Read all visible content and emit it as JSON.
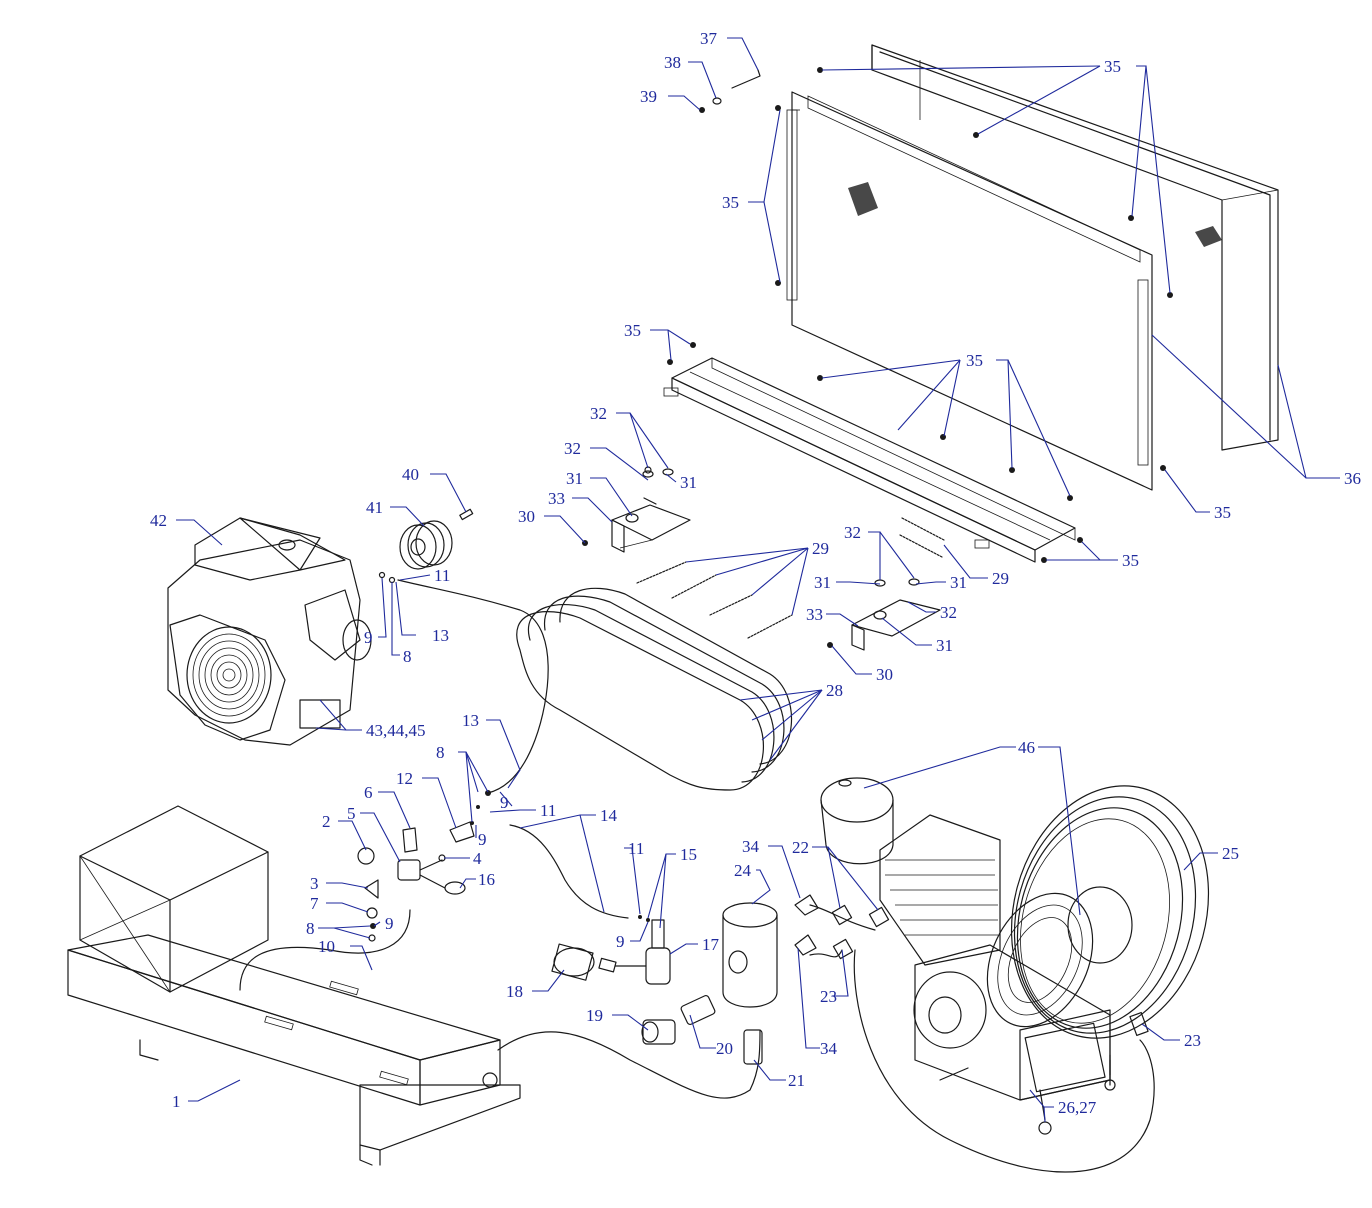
{
  "diagram": {
    "accent_color": "#1f2a9c",
    "line_color": "#1a1a1a",
    "callouts": [
      {
        "id": "c1",
        "text": "1"
      },
      {
        "id": "c2",
        "text": "2"
      },
      {
        "id": "c3",
        "text": "3"
      },
      {
        "id": "c4",
        "text": "4"
      },
      {
        "id": "c5",
        "text": "5"
      },
      {
        "id": "c6",
        "text": "6"
      },
      {
        "id": "c7",
        "text": "7"
      },
      {
        "id": "c8a",
        "text": "8"
      },
      {
        "id": "c8b",
        "text": "8"
      },
      {
        "id": "c8c",
        "text": "8"
      },
      {
        "id": "c9a",
        "text": "9"
      },
      {
        "id": "c9b",
        "text": "9"
      },
      {
        "id": "c9c",
        "text": "9"
      },
      {
        "id": "c9d",
        "text": "9"
      },
      {
        "id": "c9e",
        "text": "9"
      },
      {
        "id": "c10",
        "text": "10"
      },
      {
        "id": "c11a",
        "text": "11"
      },
      {
        "id": "c11b",
        "text": "11"
      },
      {
        "id": "c11c",
        "text": "11"
      },
      {
        "id": "c12",
        "text": "12"
      },
      {
        "id": "c13a",
        "text": "13"
      },
      {
        "id": "c13b",
        "text": "13"
      },
      {
        "id": "c14",
        "text": "14"
      },
      {
        "id": "c15",
        "text": "15"
      },
      {
        "id": "c16",
        "text": "16"
      },
      {
        "id": "c17",
        "text": "17"
      },
      {
        "id": "c18",
        "text": "18"
      },
      {
        "id": "c19",
        "text": "19"
      },
      {
        "id": "c20",
        "text": "20"
      },
      {
        "id": "c21",
        "text": "21"
      },
      {
        "id": "c22",
        "text": "22"
      },
      {
        "id": "c23a",
        "text": "23"
      },
      {
        "id": "c23b",
        "text": "23"
      },
      {
        "id": "c24",
        "text": "24"
      },
      {
        "id": "c25",
        "text": "25"
      },
      {
        "id": "c2627",
        "text": "26,27"
      },
      {
        "id": "c28",
        "text": "28"
      },
      {
        "id": "c29a",
        "text": "29"
      },
      {
        "id": "c29b",
        "text": "29"
      },
      {
        "id": "c30a",
        "text": "30"
      },
      {
        "id": "c30b",
        "text": "30"
      },
      {
        "id": "c31a",
        "text": "31"
      },
      {
        "id": "c31b",
        "text": "31"
      },
      {
        "id": "c31c",
        "text": "31"
      },
      {
        "id": "c31d",
        "text": "31"
      },
      {
        "id": "c31e",
        "text": "31"
      },
      {
        "id": "c32a",
        "text": "32"
      },
      {
        "id": "c32b",
        "text": "32"
      },
      {
        "id": "c32c",
        "text": "32"
      },
      {
        "id": "c32d",
        "text": "32"
      },
      {
        "id": "c33a",
        "text": "33"
      },
      {
        "id": "c33b",
        "text": "33"
      },
      {
        "id": "c34a",
        "text": "34"
      },
      {
        "id": "c34b",
        "text": "34"
      },
      {
        "id": "c35a",
        "text": "35"
      },
      {
        "id": "c35b",
        "text": "35"
      },
      {
        "id": "c35c",
        "text": "35"
      },
      {
        "id": "c35d",
        "text": "35"
      },
      {
        "id": "c35e",
        "text": "35"
      },
      {
        "id": "c35f",
        "text": "35"
      },
      {
        "id": "c36",
        "text": "36"
      },
      {
        "id": "c37",
        "text": "37"
      },
      {
        "id": "c38",
        "text": "38"
      },
      {
        "id": "c39",
        "text": "39"
      },
      {
        "id": "c40",
        "text": "40"
      },
      {
        "id": "c41",
        "text": "41"
      },
      {
        "id": "c42",
        "text": "42"
      },
      {
        "id": "c434445",
        "text": "43,44,45"
      },
      {
        "id": "c46",
        "text": "46"
      }
    ]
  }
}
